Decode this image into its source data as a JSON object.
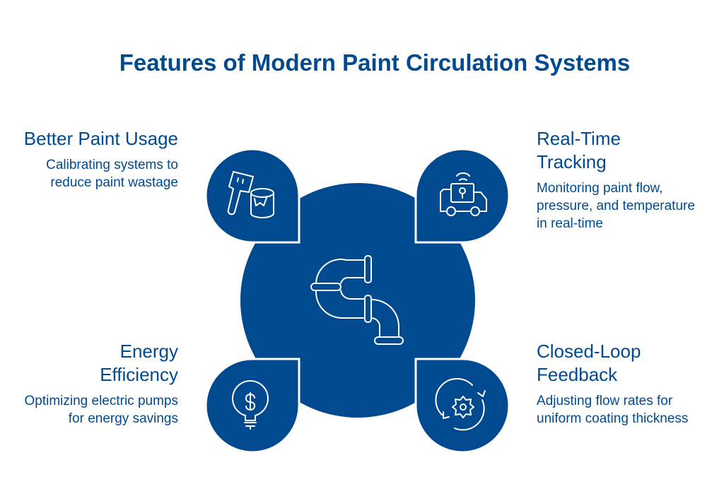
{
  "title": "Features of Modern Paint Circulation Systems",
  "colors": {
    "primary": "#024a8f",
    "background": "#ffffff"
  },
  "center_icon": "pipe-icon",
  "features": [
    {
      "heading": "Better Paint Usage",
      "description": "Calibrating systems to reduce paint wastage",
      "icon": "paint-brush-bucket-icon"
    },
    {
      "heading": "Real-Time Tracking",
      "description": "Monitoring paint flow, pressure, and temperature in real-time",
      "icon": "tracking-truck-icon"
    },
    {
      "heading": "Energy Efficiency",
      "description": "Optimizing electric pumps for energy savings",
      "icon": "dollar-bulb-icon"
    },
    {
      "heading": "Closed-Loop Feedback",
      "description": "Adjusting flow rates for uniform coating thickness",
      "icon": "gear-cycle-icon"
    }
  ]
}
